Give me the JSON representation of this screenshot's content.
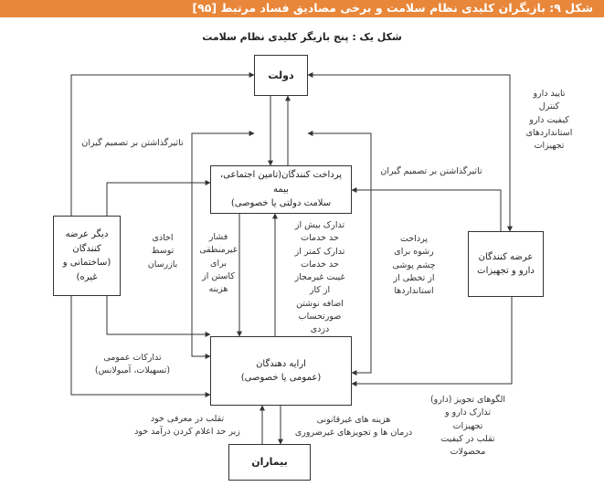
{
  "banner": {
    "title": "شکل ۹: بازیگران کلیدی نظام سلامت و برخی مصادیق فساد مرتبط [۹۵]",
    "color": "#e8863a"
  },
  "subtitle": "شکل یک : پنج بازیگر کلیدی نظام سلامت",
  "nodes": {
    "government": "دولت",
    "payers": "پرداخت کنندگان(تامین اجتماعی، بیمه\nسلامت دولتی یا خصوصی)",
    "other_suppliers": "دیگر عرضه\nکنندگان\n(ساختمانی و\nغیره)",
    "drug_suppliers": "عرضه کنندگان\nدارو و تجهیزات",
    "providers": "ارایه دهندگان\n(عمومی یا خصوصی)",
    "patients": "بیماران"
  },
  "labels": {
    "drug_regulation": "تایید دارو\nکنترل\nکیفیت دارو\nاستانداردهای\nتجهیزات",
    "influence_left": "تاثیرگذاشتن بر تصمیم گیران",
    "influence_right": "تاثیرگذاشتن بر تصمیم گیران",
    "extortion": "اخاذی\nتوسط\nبازرسان",
    "pressure": "فشار\nغیرمنطقی\nبرای\nکاستن از\nهزینه",
    "overbilling": "تدارک بیش از\nحد خدمات\nتدارک کمتر از\nحد خدمات\nغیبت غیرمجاز\nاز کار\nاضافه نوشتن\nصورتحساب\nدزدی",
    "bribes": "پرداخت\nرشوه برای\nچشم پوشی\nاز تخطی از\nاستانداردها",
    "procurement": "تدارکات عمومی\n(تسهیلات، آمبولانس)",
    "prescription": "الگوهای تجویز (دارو)\nتدارک دارو و\nتجهیزات\nتقلب در کیفیت\nمحصولات",
    "patient_fraud": "تقلب در معرفی خود\nزیر حد اعلام کردن درآمد خود",
    "informal_payments": "هزینه های غیرقانونی\nدرمان ها و تجویزهای غیرضروری"
  }
}
